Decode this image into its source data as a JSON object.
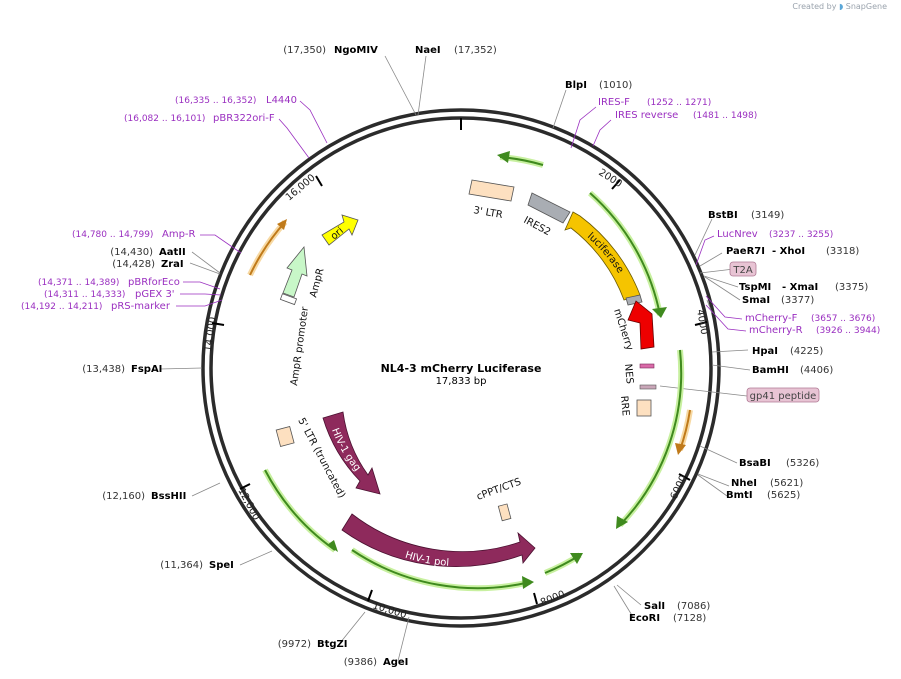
{
  "credit": {
    "prefix": "Created by",
    "brand": "SnapGene"
  },
  "plasmid": {
    "name": "NL4-3 mCherry Luciferase",
    "size": "17,833 bp"
  },
  "colors": {
    "backbone": "#2b2b2b",
    "enzyme": "#000000",
    "primer": "#9a2fc0",
    "feature_label": "#c45a9a",
    "line": "#888888"
  },
  "ruler": [
    "2000",
    "4000",
    "6000",
    "8000",
    "10,000",
    "12,000",
    "14,000",
    "16,000"
  ],
  "enzymes": [
    {
      "name": "NgoMIV",
      "pos": "(17,350)"
    },
    {
      "name": "NaeI",
      "pos": "(17,352)"
    },
    {
      "name": "BlpI",
      "pos": "(1010)"
    },
    {
      "name": "BstBI",
      "pos": "(3149)"
    },
    {
      "name": "PaeR7I",
      "extra": "- XhoI",
      "pos": "(3318)"
    },
    {
      "name": "TspMI",
      "extra": "- XmaI",
      "pos": "(3375)"
    },
    {
      "name": "SmaI",
      "pos": "(3377)"
    },
    {
      "name": "HpaI",
      "pos": "(4225)"
    },
    {
      "name": "BamHI",
      "pos": "(4406)"
    },
    {
      "name": "BsaBI",
      "pos": "(5326)"
    },
    {
      "name": "NheI",
      "pos": "(5621)"
    },
    {
      "name": "BmtI",
      "pos": "(5625)"
    },
    {
      "name": "SalI",
      "pos": "(7086)"
    },
    {
      "name": "EcoRI",
      "pos": "(7128)"
    },
    {
      "name": "AgeI",
      "pos": "(9386)"
    },
    {
      "name": "BtgZI",
      "pos": "(9972)"
    },
    {
      "name": "SpeI",
      "pos": "(11,364)"
    },
    {
      "name": "BssHII",
      "pos": "(12,160)"
    },
    {
      "name": "FspAI",
      "pos": "(13,438)"
    },
    {
      "name": "AatII",
      "pos": "(14,430)"
    },
    {
      "name": "ZraI",
      "pos": "(14,428)"
    }
  ],
  "primers": [
    {
      "name": "IRES-F",
      "range": "(1252 .. 1271)"
    },
    {
      "name": "IRES reverse",
      "range": "(1481 .. 1498)"
    },
    {
      "name": "LucNrev",
      "range": "(3237 .. 3255)"
    },
    {
      "name": "mCherry-F",
      "range": "(3657 .. 3676)"
    },
    {
      "name": "mCherry-R",
      "range": "(3926 .. 3944)"
    },
    {
      "name": "L4440",
      "range": "(16,335 .. 16,352)"
    },
    {
      "name": "pBR322ori-F",
      "range": "(16,082 .. 16,101)"
    },
    {
      "name": "Amp-R",
      "range": "(14,780 .. 14,799)"
    },
    {
      "name": "pBRforEco",
      "range": "(14,371 .. 14,389)"
    },
    {
      "name": "pGEX 3'",
      "range": "(14,311 .. 14,333)"
    },
    {
      "name": "pRS-marker",
      "range": "(14,192 .. 14,211)"
    }
  ],
  "boxed_features": [
    "T2A",
    "gp41 peptide"
  ],
  "features": {
    "ltr3": "3' LTR",
    "ires2": "IRES2",
    "luciferase": "luciferase",
    "mcherry": "mCherry",
    "nes": "NES",
    "rre": "RRE",
    "ltr5": "5' LTR (truncated)",
    "gag": "HIV-1 gag",
    "pol": "HIV-1 pol",
    "cppt": "cPPT/CTS",
    "ori": "ori",
    "ampr": "AmpR",
    "ampr_promoter": "AmpR promoter"
  }
}
